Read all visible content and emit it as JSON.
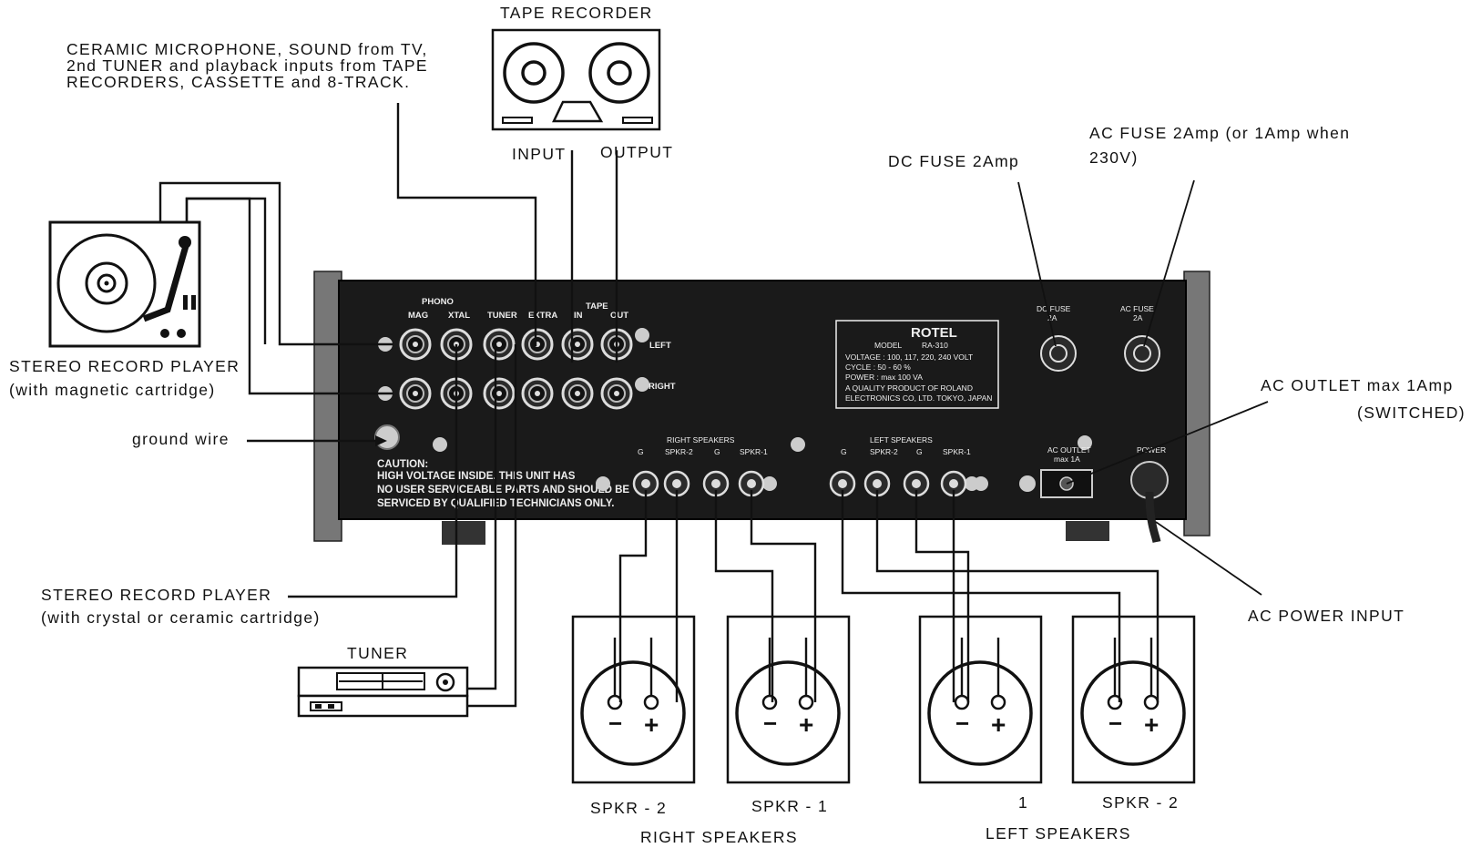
{
  "labels": {
    "tape_recorder": "TAPE RECORDER",
    "tape_input": "INPUT",
    "tape_output": "OUTPUT",
    "aux_line1": "CERAMIC MICROPHONE, SOUND from TV,",
    "aux_line2": "2nd TUNER and playback inputs from TAPE",
    "aux_line3": "RECORDERS, CASSETTE and 8-TRACK.",
    "dc_fuse": "DC FUSE 2Amp",
    "ac_fuse_line1": "AC FUSE 2Amp (or 1Amp when",
    "ac_fuse_line2": "230V)",
    "record_player_mag_line1": "STEREO RECORD PLAYER",
    "record_player_mag_line2": "(with magnetic cartridge)",
    "ground_wire": "ground wire",
    "ac_outlet_line1": "AC OUTLET max 1Amp",
    "ac_outlet_line2": "(SWITCHED)",
    "record_player_ceramic_line1": "STEREO RECORD PLAYER",
    "record_player_ceramic_line2": "(with crystal or ceramic cartridge)",
    "ac_power_input": "AC POWER INPUT",
    "tuner": "TUNER",
    "spkr2_right": "SPKR - 2",
    "spkr1_right": "SPKR - 1",
    "spkr1_left": "1",
    "spkr2_left": "SPKR - 2",
    "right_speakers": "RIGHT SPEAKERS",
    "left_speakers": "LEFT SPEAKERS"
  },
  "panel": {
    "phono": "PHONO",
    "mag": "MAG",
    "xtal": "XTAL",
    "tuner": "TUNER",
    "extra": "EXTRA",
    "tape": "TAPE",
    "tape_in": "IN",
    "tape_out": "OUT",
    "left": "LEFT",
    "right": "RIGHT",
    "brand": "ROTEL",
    "model_label": "MODEL",
    "model": "RA-310",
    "voltage": "VOLTAGE :   100,  117,  220,  240   VOLT",
    "cycle": "CYCLE    :   50 - 60  %",
    "power": "POWER    :   max  100 VA",
    "quality": "A QUALITY PRODUCT OF    ROLAND",
    "electronics": "ELECTRONICS CO, LTD.    TOKYO, JAPAN",
    "dc_fuse": "DC FUSE",
    "dc_fuse_rating": "2A",
    "ac_fuse": "AC FUSE",
    "ac_fuse_rating": "2A",
    "right_speakers": "RIGHT SPEAKERS",
    "left_speakers": "LEFT SPEAKERS",
    "g": "G",
    "spkr2": "SPKR-2",
    "spkr1": "SPKR-1",
    "ac_outlet": "AC OUTLET",
    "ac_outlet_max": "max 1A",
    "power_label": "POWER",
    "caution1": "CAUTION:",
    "caution2": "HIGH VOLTAGE INSIDE. THIS UNIT HAS",
    "caution3": "NO USER SERVICEABLE PARTS AND SHOULD BE",
    "caution4": "SERVICED BY QUALIFIED TECHNICIANS ONLY."
  },
  "speaker_polarity": {
    "minus": "−",
    "plus": "+"
  }
}
